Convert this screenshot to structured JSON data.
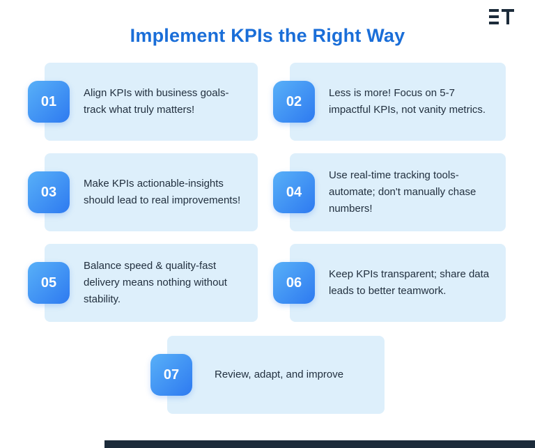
{
  "page": {
    "title": "Implement KPIs the Right Way",
    "logo_name": "ET"
  },
  "cards": [
    {
      "number": "01",
      "text": "Align KPIs with business goals-track what truly matters!"
    },
    {
      "number": "02",
      "text": "Less is more! Focus on 5-7 impactful KPIs, not vanity metrics."
    },
    {
      "number": "03",
      "text": "Make KPIs actionable-insights should lead to real improvements!"
    },
    {
      "number": "04",
      "text": "Use real-time tracking tools-automate; don't manually chase numbers!"
    },
    {
      "number": "05",
      "text": "Balance speed & quality-fast delivery means nothing without stability."
    },
    {
      "number": "06",
      "text": "Keep KPIs transparent; share data leads to better teamwork."
    },
    {
      "number": "07",
      "text": "Review, adapt, and improve"
    }
  ],
  "colors": {
    "title_blue": "#1a6ed8",
    "card_background": "#ddeffb",
    "badge_gradient_start": "#58b0f8",
    "badge_gradient_end": "#2e7af0",
    "body_text": "#22303f",
    "footer_bar": "#1c2b3a"
  }
}
